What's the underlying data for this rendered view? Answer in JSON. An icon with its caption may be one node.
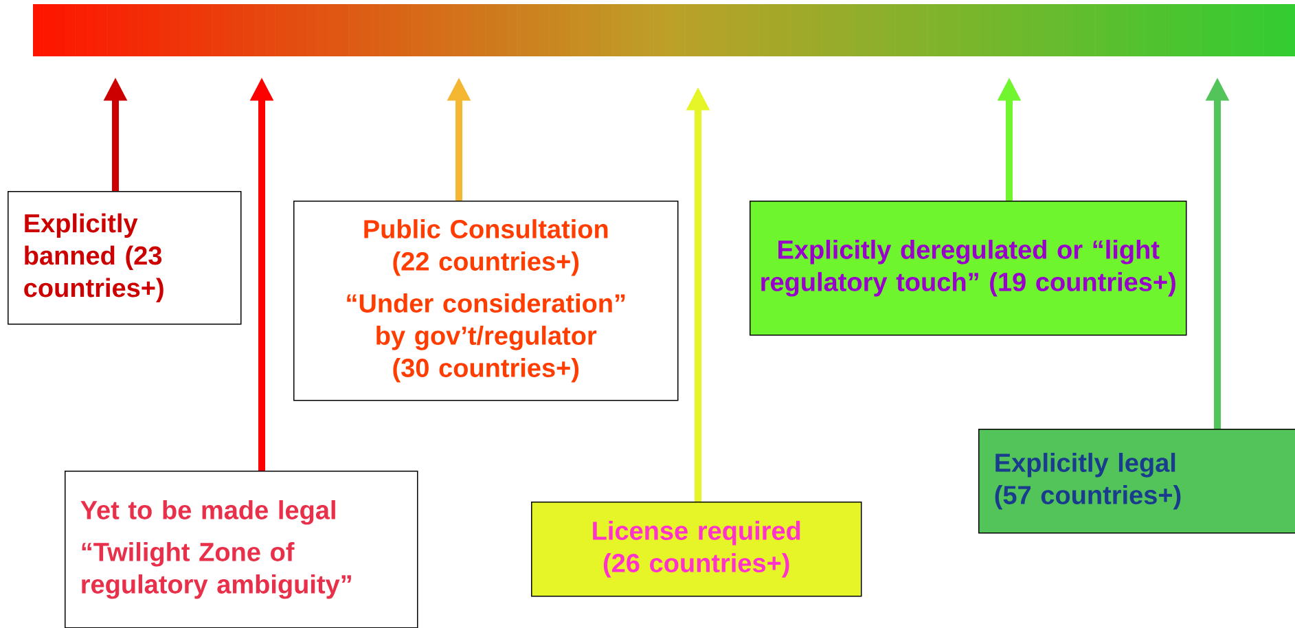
{
  "diagram": {
    "nodes": [
      {
        "text": [],
        "shape": "bar"
      },
      {
        "text": [
          "Explicitly banned (23 countries+)"
        ]
      },
      {
        "text": [
          "Yet to be made legal",
          "“Twilight Zone of regulatory ambiguity”"
        ]
      },
      {
        "text": [
          "Public Consultation (22 countries+)",
          "“Under consideration” by gov’t/regulator (30 countries+)"
        ]
      },
      {
        "text": [
          "License required (26 countries+)"
        ]
      },
      {
        "text": [
          "Explicitly deregulated or “light regulatory touch” (19 countries+)"
        ]
      },
      {
        "text": [
          "Explicitly legal (57 countries+)"
        ]
      }
    ],
    "edges": [
      {
        "from": 1,
        "to": 0,
        "arrow": "to",
        "color": "#cc0000"
      },
      {
        "from": 2,
        "to": 0,
        "arrow": "to",
        "color": "#ff0000"
      },
      {
        "from": 3,
        "to": 0,
        "arrow": "to",
        "color": "#f5b731"
      },
      {
        "from": 4,
        "to": 0,
        "arrow": "to",
        "color": "#e5f527"
      },
      {
        "from": 5,
        "to": 0,
        "arrow": "to",
        "color": "#70f52e"
      },
      {
        "from": 6,
        "to": 0,
        "arrow": "to",
        "color": "#52c45a"
      }
    ]
  }
}
